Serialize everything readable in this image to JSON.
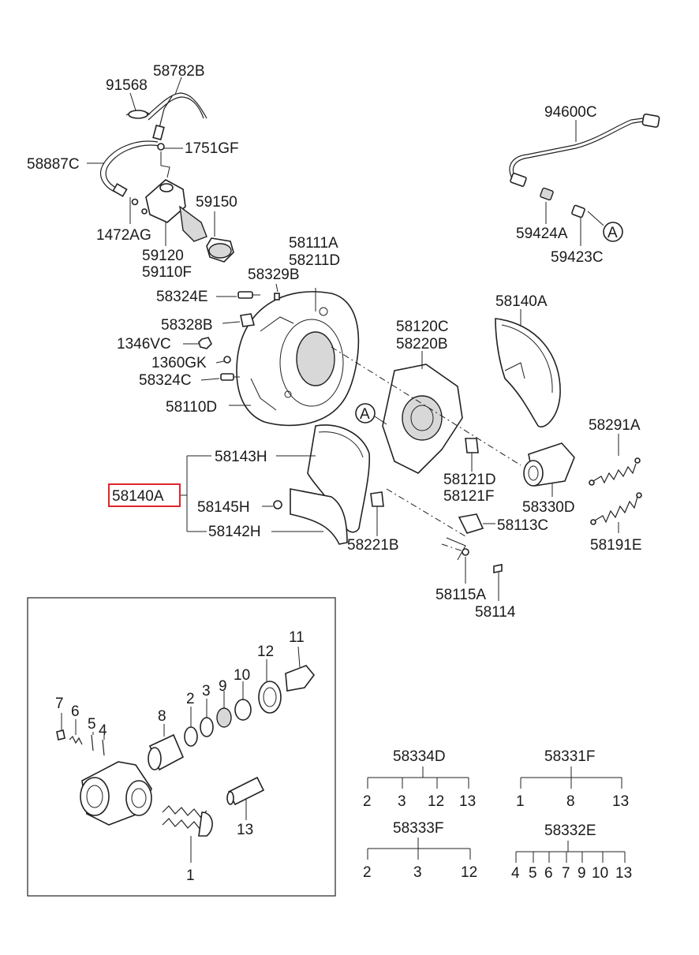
{
  "callouts": {
    "c91568": "91568",
    "c58782B": "58782B",
    "c1751GF": "1751GF",
    "c58887C": "58887C",
    "c59150": "59150",
    "c1472AG": "1472AG",
    "c59120": "59120",
    "c59110F": "59110F",
    "c94600C": "94600C",
    "c59424A": "59424A",
    "c59423C": "59423C",
    "cA1": "A",
    "c58111A": "58111A",
    "c58211D": "58211D",
    "c58329B": "58329B",
    "c58324E": "58324E",
    "c58328B": "58328B",
    "c1346VC": "1346VC",
    "c1360GK": "1360GK",
    "c58324C": "58324C",
    "c58110D": "58110D",
    "c58120C": "58120C",
    "c58220B": "58220B",
    "c58140A_top": "58140A",
    "cA2": "A",
    "c58291A": "58291A",
    "c58143H": "58143H",
    "c58140A_box": "58140A",
    "c58145H": "58145H",
    "c58142H": "58142H",
    "c58121D": "58121D",
    "c58121F": "58121F",
    "c58330D": "58330D",
    "c58113C": "58113C",
    "c58221B": "58221B",
    "c58191E": "58191E",
    "c58115A": "58115A",
    "c58114": "58114"
  },
  "inset": {
    "n7": "7",
    "n6": "6",
    "n5": "5",
    "n4": "4",
    "n8": "8",
    "n2": "2",
    "n3": "3",
    "n9": "9",
    "n10": "10",
    "n12": "12",
    "n11": "11",
    "n13": "13",
    "n1": "1"
  },
  "kits": {
    "k1": {
      "title": "58334D",
      "items": [
        "2",
        "3",
        "12",
        "13"
      ]
    },
    "k2": {
      "title": "58331F",
      "items": [
        "1",
        "8",
        "13"
      ]
    },
    "k3": {
      "title": "58333F",
      "items": [
        "2",
        "3",
        "12"
      ]
    },
    "k4": {
      "title": "58332E",
      "items": [
        "4",
        "5",
        "6",
        "7",
        "9",
        "10",
        "13"
      ]
    }
  },
  "colors": {
    "highlight": "#e0262b",
    "ink": "#222222"
  }
}
